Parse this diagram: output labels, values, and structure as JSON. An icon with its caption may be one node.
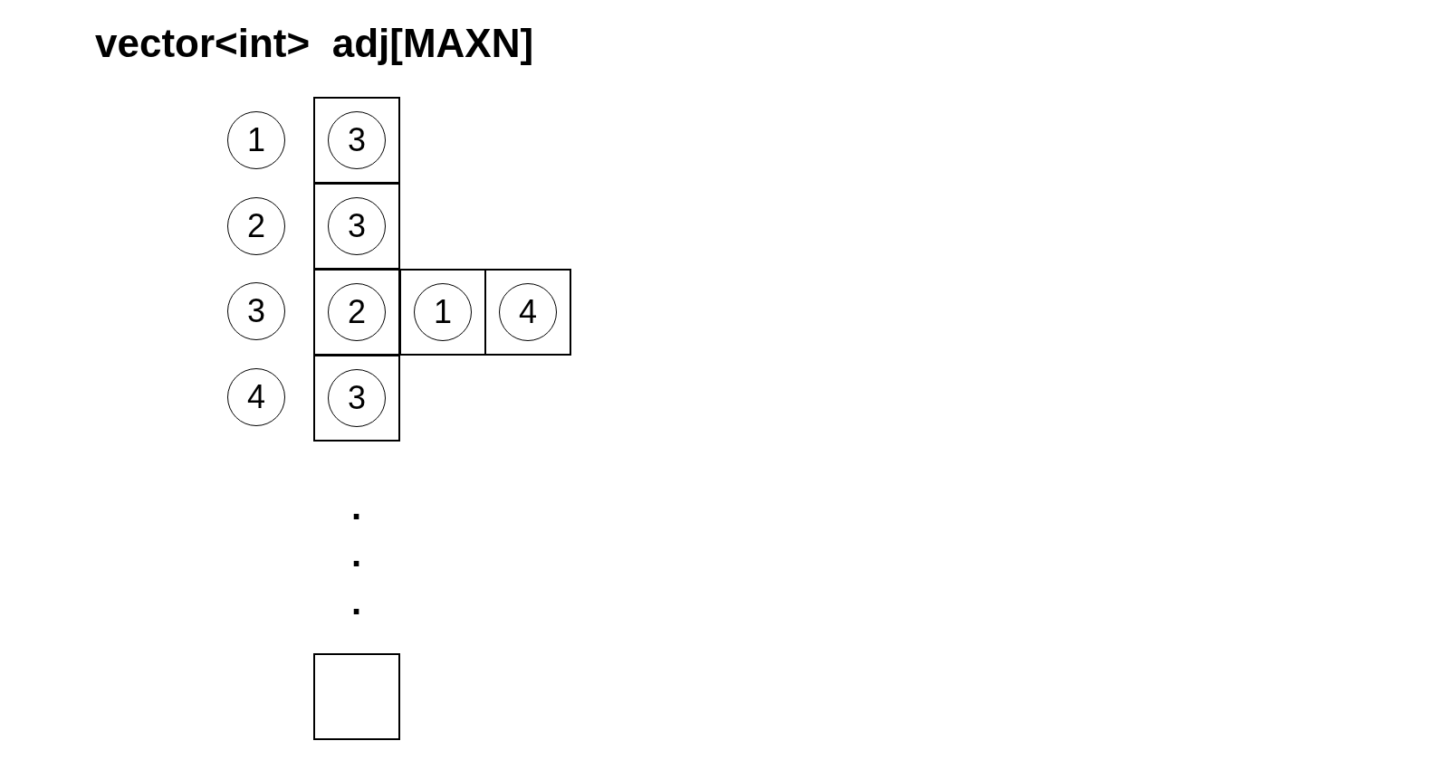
{
  "diagram": {
    "title": "vector<int>  adj[MAXN]",
    "nodes": [
      {
        "text": [
          "1"
        ]
      },
      {
        "text": [],
        "shape": "box"
      },
      {
        "text": [
          "3"
        ],
        "in": 1
      },
      {
        "text": [
          "2"
        ]
      },
      {
        "text": [],
        "shape": "box"
      },
      {
        "text": [
          "3"
        ],
        "in": 4
      },
      {
        "text": [
          "3"
        ]
      },
      {
        "text": [],
        "shape": "box"
      },
      {
        "text": [
          "2"
        ],
        "in": 7
      },
      {
        "text": [],
        "shape": "box"
      },
      {
        "text": [
          "1"
        ],
        "in": 9
      },
      {
        "text": [],
        "shape": "box"
      },
      {
        "text": [
          "4"
        ],
        "in": 11
      },
      {
        "text": [
          "4"
        ]
      },
      {
        "text": [],
        "shape": "box"
      },
      {
        "text": [
          "3"
        ],
        "in": 14
      },
      {
        "text": [],
        "shape": "box"
      }
    ],
    "labels": [
      ".",
      ".",
      "."
    ]
  }
}
